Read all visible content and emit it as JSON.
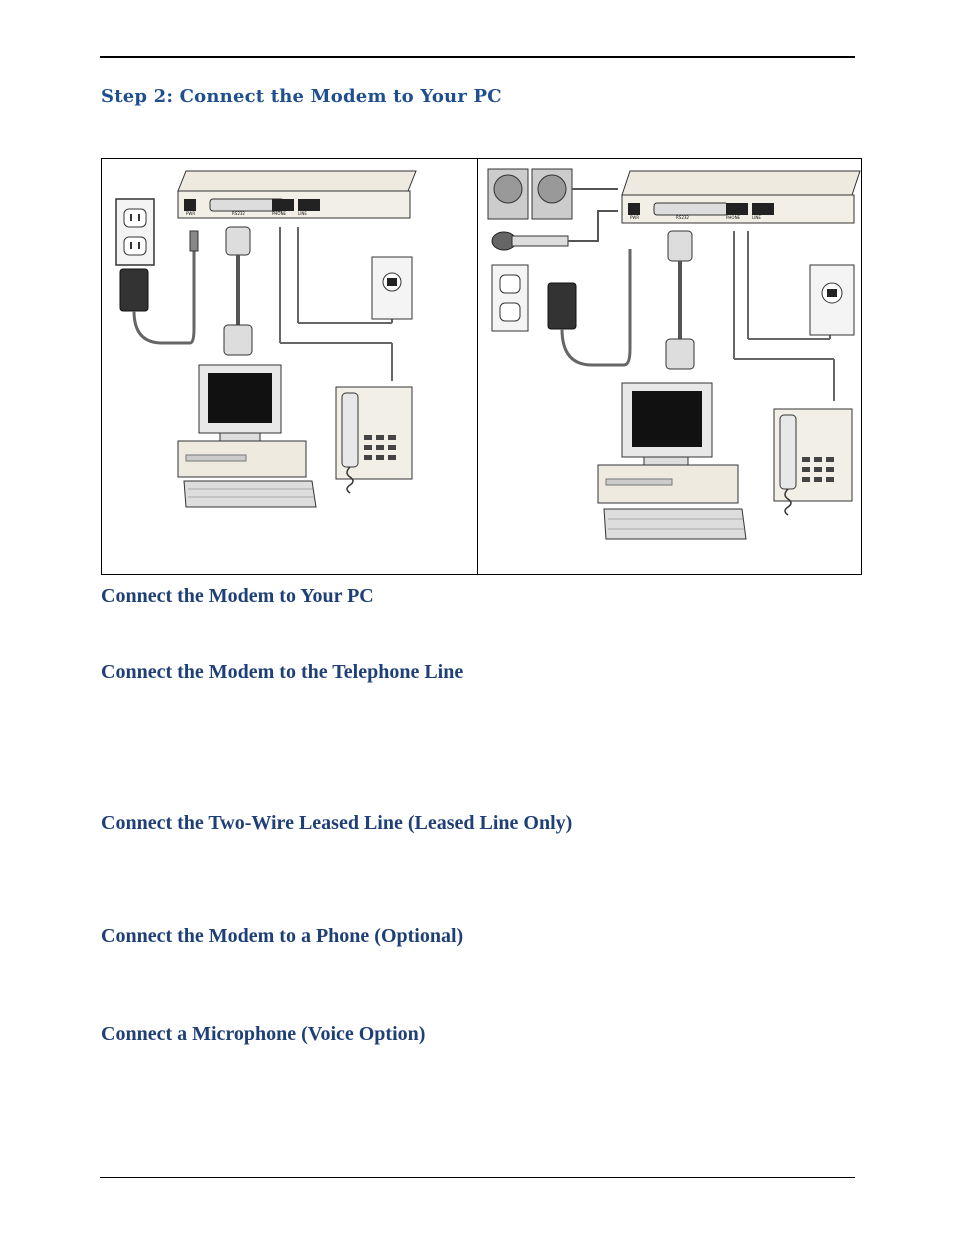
{
  "step_title": "Step 2: Connect the Modem to Your PC",
  "figure": {
    "left_panel": {
      "labels": {
        "pwr": "PWR",
        "rs232": "RS232",
        "phone": "PHONE",
        "line": "LINE"
      }
    },
    "right_panel": {
      "labels": {
        "pwr": "PWR",
        "rs232": "RS232",
        "phone": "PHONE",
        "line": "LINE"
      }
    }
  },
  "sections": [
    {
      "heading": "Connect the Modem to Your PC"
    },
    {
      "heading": "Connect the Modem to the Telephone Line"
    },
    {
      "heading": "Connect the Two-Wire Leased Line (Leased Line Only)"
    },
    {
      "heading": "Connect the Modem to a Phone (Optional)"
    },
    {
      "heading": "Connect a Microphone (Voice Option)"
    }
  ]
}
